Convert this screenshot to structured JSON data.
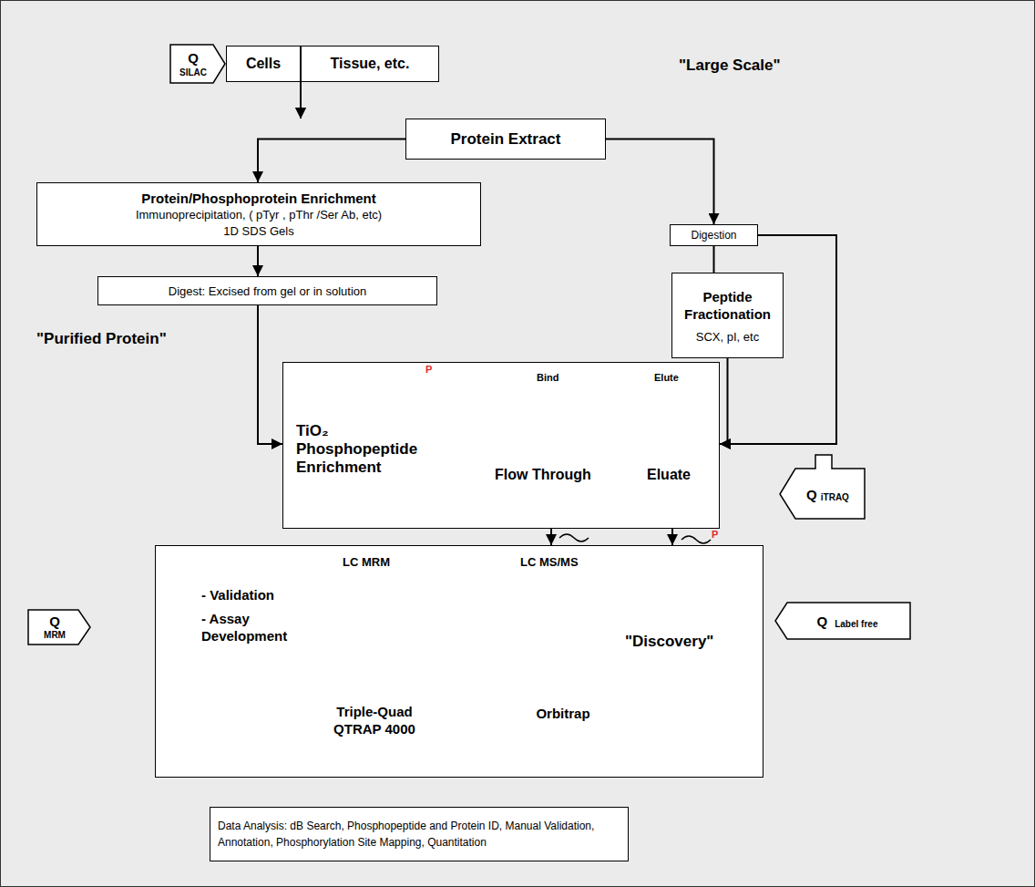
{
  "diagram": {
    "nodes": [
      {
        "text": [
          "Q",
          "SILAC"
        ]
      },
      {
        "text": [
          "Cells"
        ]
      },
      {
        "text": [
          "Tissue, etc."
        ]
      },
      {
        "text": [
          "Protein Extract"
        ]
      },
      {
        "text": [
          "Protein/Phosphoprotein Enrichment",
          "Immunoprecipitation, ( pTyr , pThr /Ser Ab, etc)",
          "1D SDS Gels"
        ]
      },
      {
        "text": [
          "Digestion"
        ]
      },
      {
        "text": [
          "Digest: Excised from gel or in solution"
        ]
      },
      {
        "text": [
          "Peptide Fractionation",
          "SCX, pI, etc"
        ]
      },
      {
        "text": [
          "TiO₂ Phosphopeptide Enrichment"
        ]
      },
      {
        "text": [
          "Q",
          "iTRAQ"
        ]
      },
      {
        "text": [
          "Q",
          "MRM"
        ]
      },
      {
        "text": [
          "LC MRM",
          "- Validation",
          "- Assay Development",
          "Triple-Quad QTRAP 4000",
          "LC MS/MS",
          "\"Discovery\"",
          "Orbitrap"
        ]
      },
      {
        "text": [
          "Q",
          "Label free"
        ]
      },
      {
        "text": [
          "Data Analysis: dB Search, Phosphopeptide and Protein ID, Manual Validation, Annotation, Phosphorylation Site Mapping, Quantitation"
        ]
      }
    ],
    "edges": [
      {
        "from": 1,
        "to": 3,
        "arrow": "to"
      },
      {
        "from": 2,
        "to": 3,
        "arrow": "to"
      },
      {
        "from": 3,
        "to": 4,
        "arrow": "to"
      },
      {
        "from": 3,
        "to": 5,
        "arrow": "to"
      },
      {
        "from": 4,
        "to": 6,
        "arrow": "to"
      },
      {
        "from": 5,
        "to": 7,
        "arrow": "none"
      },
      {
        "from": 6,
        "to": 8,
        "arrow": "to"
      },
      {
        "from": 5,
        "to": 8,
        "arrow": "to"
      },
      {
        "from": 7,
        "to": 8,
        "arrow": "to"
      },
      {
        "from": 8,
        "to": 11,
        "arrow": "to"
      },
      {
        "from": 8,
        "to": 11,
        "arrow": "to"
      }
    ],
    "labels": [
      "\"Large Scale\"",
      "\"Purified Protein\"",
      "P",
      "Bind",
      "Elute",
      "Flow Through",
      "Eluate",
      "P"
    ]
  }
}
